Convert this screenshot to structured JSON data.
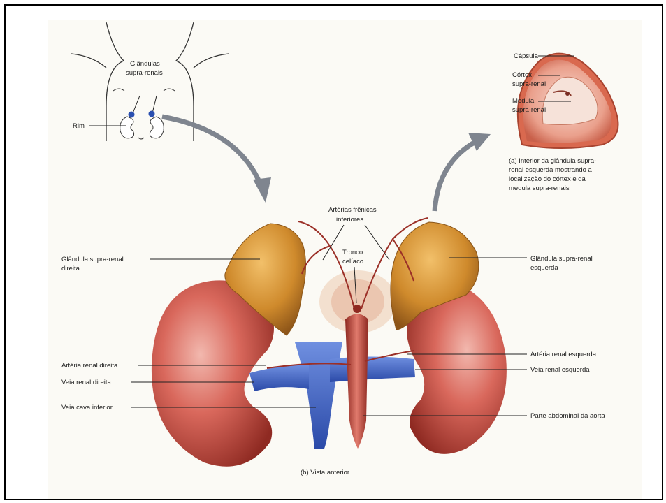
{
  "inset_body": {
    "title_line1": "Glândulas",
    "title_line2": "supra-renais",
    "kidney_label": "Rim"
  },
  "inset_section": {
    "capsule": "Cápsula",
    "cortex_line1": "Córtex",
    "cortex_line2": "supra-renal",
    "medulla_line1": "Medula",
    "medulla_line2": "supra-renal",
    "caption_line1": "(a) Interior da glândula supra-",
    "caption_line2": "renal esquerda mostrando a",
    "caption_line3": "localização do córtex e da",
    "caption_line4": "medula supra-renais"
  },
  "main": {
    "phrenic_line1": "Artérias frênicas",
    "phrenic_line2": "inferiores",
    "trunk_line1": "Tronco",
    "trunk_line2": "celíaco",
    "right_gland_line1": "Glândula supra-renal",
    "right_gland_line2": "direita",
    "left_gland_line1": "Glândula supra-renal",
    "left_gland_line2": "esquerda",
    "right_renal_artery": "Artéria renal direita",
    "right_renal_vein": "Veia renal direita",
    "vena_cava": "Veia cava inferior",
    "left_renal_artery": "Artéria renal esquerda",
    "left_renal_vein": "Veia renal esquerda",
    "aorta": "Parte abdominal da aorta",
    "caption": "(b) Vista anterior"
  },
  "colors": {
    "kidney": "#c9443a",
    "gland": "#d38a2a",
    "vein": "#3b63c4",
    "artery": "#b3322a"
  }
}
